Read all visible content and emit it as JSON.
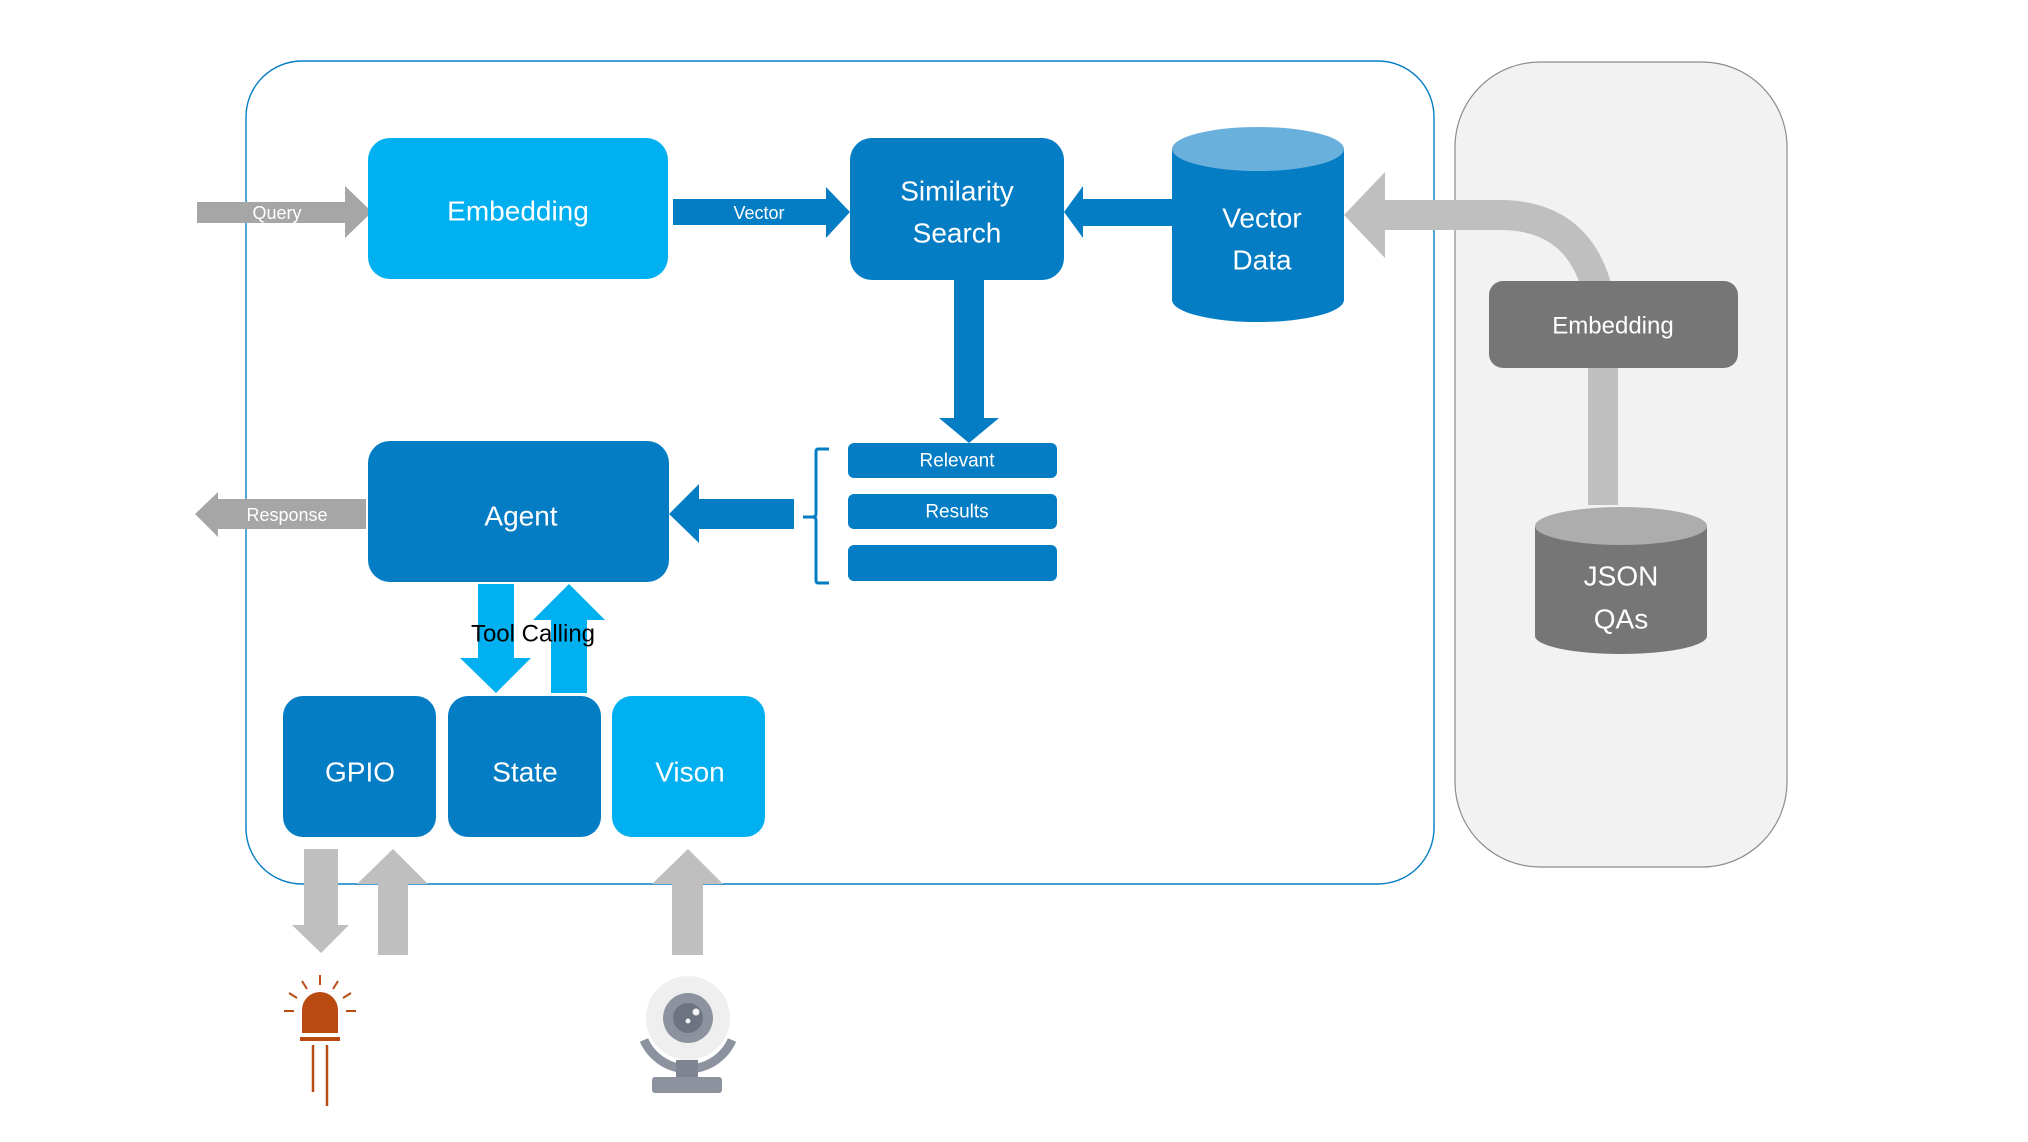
{
  "diagram": {
    "colors": {
      "light_blue": "#00B0F0",
      "dark_blue": "#057DC5",
      "cylinder_top_blue": "#6AB0DD",
      "gray_arrow": "#A6A6A6",
      "light_gray_arrow": "#BFBFBF",
      "gray_box": "#767676",
      "panel_gray": "#F2F2F2",
      "led_orange": "#B84A12"
    },
    "nodes": {
      "embedding": "Embedding",
      "similarity_line1": "Similarity",
      "similarity_line2": "Search",
      "vector_data_line1": "Vector",
      "vector_data_line2": "Data",
      "agent": "Agent",
      "gpio": "GPIO",
      "state": "State",
      "vision": "Vison",
      "offline_embedding": "Embedding",
      "json_line1": "JSON",
      "json_line2": "QAs"
    },
    "results": [
      "Relevant",
      "Results",
      ""
    ],
    "edges": {
      "query": "Query",
      "vector": "Vector",
      "response": "Response",
      "tool_calling": "Tool Calling"
    },
    "devices": {
      "led": "led-icon",
      "camera": "webcam-icon"
    }
  }
}
